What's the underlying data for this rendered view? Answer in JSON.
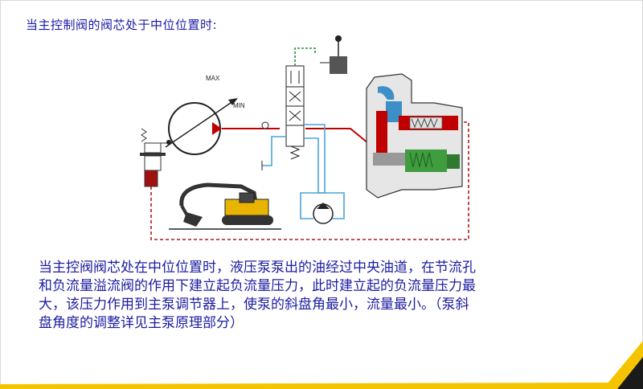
{
  "slide": {
    "title": "当主控制阀的阀芯处于中位位置时:",
    "caption_lines": [
      "当主控阀阀芯处在中位位置时，液压泵泵出的油经过中央油道，在节流孔",
      "和负流量溢流阀的作用下建立起负流量压力，此时建立起的负流量压力最",
      "大，该压力作用到主泵调节器上，使泵的斜盘角最小，流量最小。（泵斜",
      "盘角度的调整详见主泵原理部分）"
    ]
  },
  "diagram": {
    "pump_max_label": "MAX",
    "pump_min_label": "MIN"
  },
  "colors": {
    "text_blue": "#1c1ca0",
    "pressure_red": "#c00000",
    "return_blue": "#4aa3d8",
    "pilot_green": "#2e8b2e",
    "excavator_yellow": "#e8b400",
    "bottom_bar_yellow": "#f5c400"
  }
}
